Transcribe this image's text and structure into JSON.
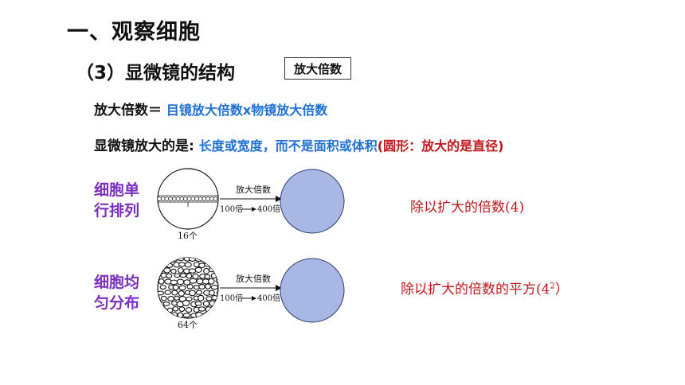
{
  "title": "一、观察细胞",
  "subtitle": "（3）显微镜的结构",
  "badge": "放大倍数",
  "line1": {
    "label": "放大倍数＝",
    "value": "目镜放大倍数x物镜放大倍数"
  },
  "line2": {
    "label": "显微镜放大的是:",
    "value_blue": "长度或宽度，而不是面积或体积",
    "value_red": "(圆形：放大的是直径)"
  },
  "examples": [
    {
      "label_line1": "细胞单",
      "label_line2": "行排列",
      "arrow_top": "放大倍数",
      "arrow_bottom_from": "100倍",
      "arrow_bottom_to": "400倍",
      "count": "16个",
      "result": "除以扩大的倍数(4)",
      "result_sup": ""
    },
    {
      "label_line1": "细胞均",
      "label_line2": "匀分布",
      "arrow_top": "放大倍数",
      "arrow_bottom_from": "100倍",
      "arrow_bottom_to": "400倍",
      "count": "64个",
      "result": "除以扩大的倍数的平方(4",
      "result_sup": "2",
      "result_tail": "）"
    }
  ],
  "colors": {
    "blue_text": "#1f6fd1",
    "red_text": "#c0161b",
    "purple_text": "#7b2fbf",
    "result_circle_fill": "#a9b7e4"
  }
}
